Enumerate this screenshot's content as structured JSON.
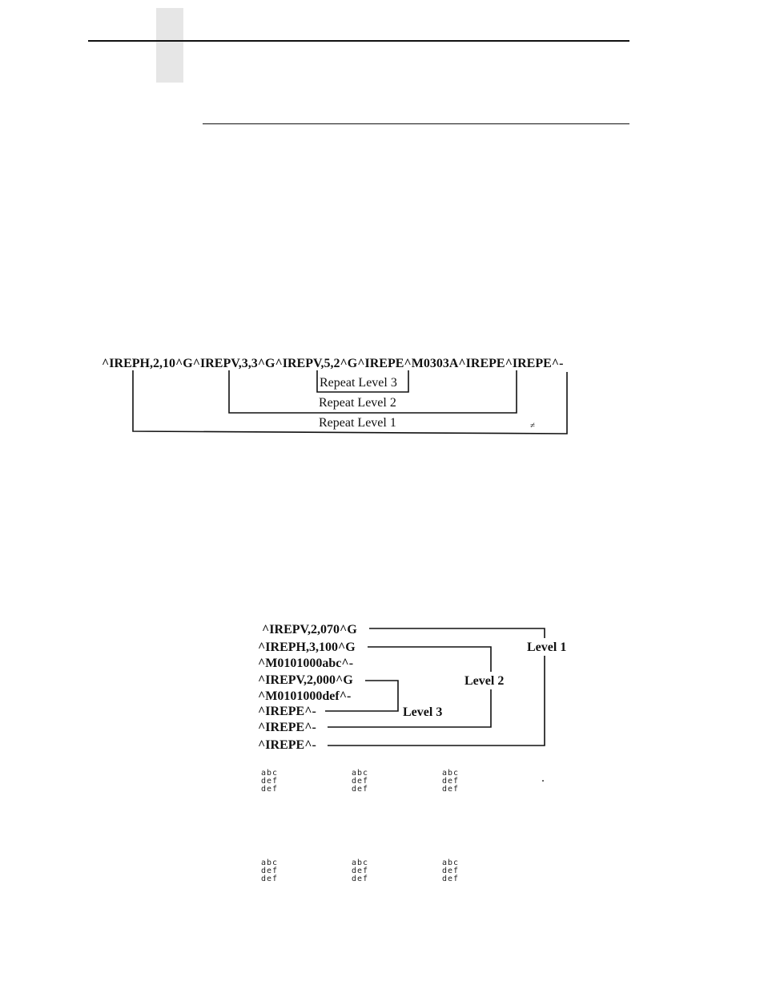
{
  "example1": {
    "command_line": "^IREPH,2,10^G^IREPV,3,3^G^IREPV,5,2^G^IREPE^M0303A^IREPE^IREPE^-",
    "level3_label": "Repeat Level 3",
    "level2_label": "Repeat Level 2",
    "level1_label": "Repeat Level 1",
    "stray_mark": "≠"
  },
  "example2": {
    "lines": [
      "^IREPV,2,070^G",
      "^IREPH,3,100^G",
      "^M0101000abc^-",
      "^IREPV,2,000^G",
      "^M0101000def^-",
      "^IREPE^-",
      "^IREPE^-",
      "^IREPE^-"
    ],
    "level1_label": "Level 1",
    "level2_label": "Level 2",
    "level3_label": "Level 3"
  },
  "output_sample": {
    "block_text": "abc\ndef\ndef"
  }
}
